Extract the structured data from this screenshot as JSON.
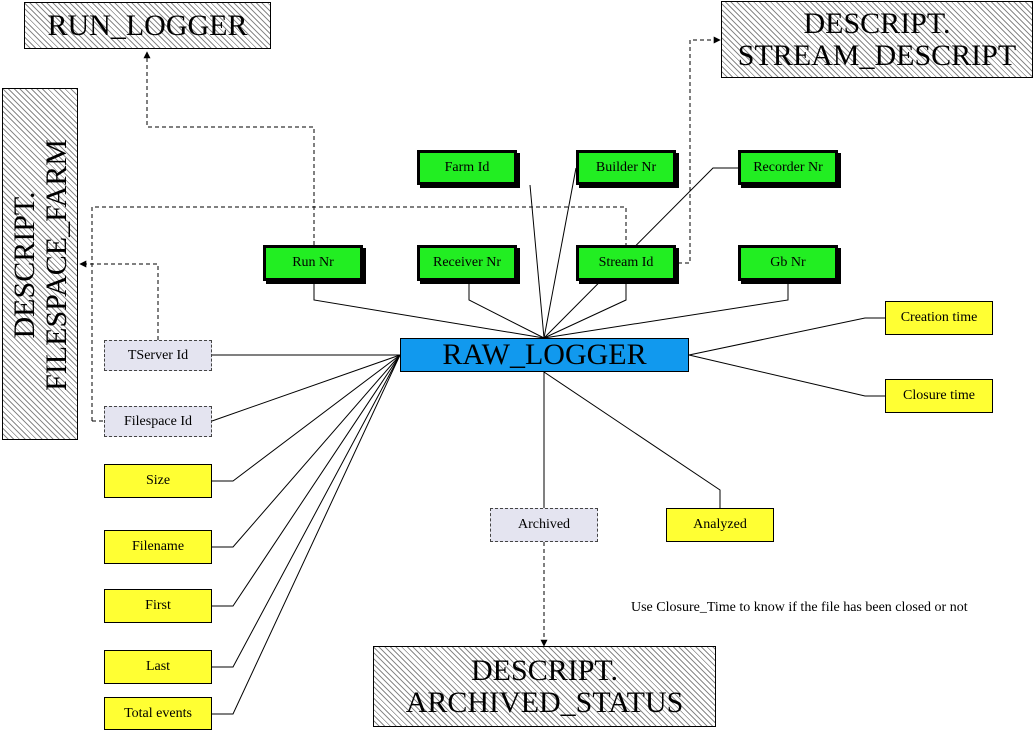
{
  "main_table": {
    "label": "RAW_LOGGER"
  },
  "external_tables": {
    "run_logger": "RUN_LOGGER",
    "stream_descript": "DESCRIPT.\nSTREAM_DESCRIPT",
    "filespace_farm": "DESCRIPT.\nFILESPACE_FARM",
    "archived_status": "DESCRIPT.\nARCHIVED_STATUS"
  },
  "key_fields": {
    "farm_id": "Farm Id",
    "builder_nr": "Builder Nr",
    "recorder_nr": "Recorder Nr",
    "run_nr": "Run Nr",
    "receiver_nr": "Receiver Nr",
    "stream_id": "Stream Id",
    "gb_nr": "Gb Nr"
  },
  "foreign_fields": {
    "tserver_id": "TServer Id",
    "filespace_id": "Filespace Id",
    "archived": "Archived"
  },
  "attribute_fields": {
    "creation_time": "Creation time",
    "closure_time": "Closure time",
    "size": "Size",
    "filename": "Filename",
    "first": "First",
    "last": "Last",
    "total_events": "Total events",
    "analyzed": "Analyzed"
  },
  "note": "Use Closure_Time to know if the file has been closed or not",
  "colors": {
    "main": "#1199ee",
    "key": "#22ee22",
    "attribute": "#ffff33",
    "foreign": "#e4e4f0"
  }
}
